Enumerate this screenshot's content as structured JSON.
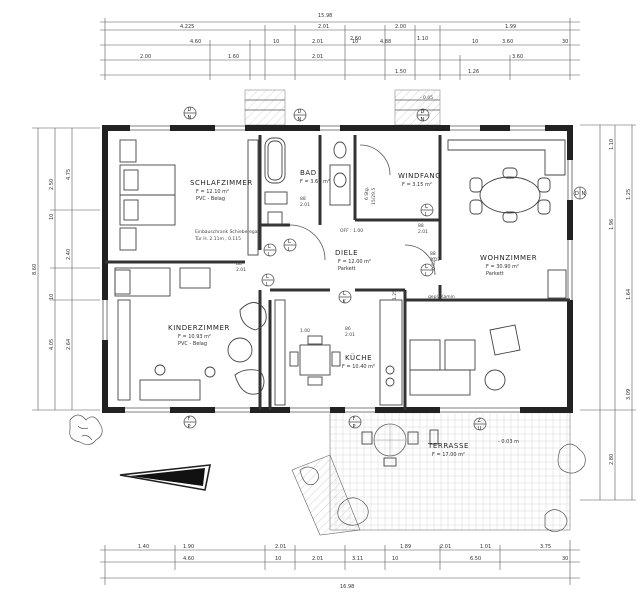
{
  "dimensions": {
    "top_total": "15.98",
    "top_row1": [
      "4.225",
      "2.01",
      "2.00",
      "2.60",
      "1.10",
      "1.99"
    ],
    "top_row2": [
      "4.60",
      "10",
      "2.01",
      "10",
      "4.88",
      "10",
      "3.60",
      "30"
    ],
    "top_row3": [
      "2.00",
      "1.60",
      "2.01",
      "1.50",
      "1.26",
      "3.60"
    ],
    "bottom_total": "16.98",
    "bottom_row1": [
      "1.40",
      "1.90",
      "2.01",
      "1.89",
      "2.01",
      "1.01",
      "3.75"
    ],
    "bottom_row2": [
      "4.60",
      "10",
      "2.01",
      "3.11",
      "10",
      "6.50",
      "30"
    ],
    "left_total": "8.60",
    "left": [
      "2.50",
      "4.75",
      "10",
      "2.40",
      "10",
      "4.05",
      "2.64"
    ],
    "right": [
      "1.10",
      "1.25",
      "1.96",
      "1.64",
      "2.80",
      "3.09"
    ]
  },
  "rooms": {
    "schlaf": {
      "name": "SCHLAFZIMMER",
      "area": "F = 12.10 m²",
      "floor": "PVC - Belag",
      "note1": "Einbauschrank Schieberegal",
      "note2": "Tür H. 2.11m , 0.115"
    },
    "bad": {
      "name": "BAD",
      "area": "F = 3.60 m²"
    },
    "windfang": {
      "name": "WINDFANG",
      "area": "F = 3.15 m²"
    },
    "wohn": {
      "name": "WOHNZIMMER",
      "area": "F = 30.90 m²",
      "floor": "Parkett"
    },
    "diele": {
      "name": "DIELE",
      "area": "F = 12.00 m²",
      "floor": "Parkett"
    },
    "kinder": {
      "name": "KINDERZIMMER",
      "area": "F = 10.93 m²",
      "floor": "PVC - Belag"
    },
    "kueche": {
      "name": "KÜCHE",
      "area": "F = 10.40 m²"
    },
    "terrasse": {
      "name": "TERRASSE",
      "area": "F = 17.00 m²"
    }
  },
  "labels": {
    "off": "OFF : 1.00",
    "kamin": "gepl. Kamin",
    "level": "- 0.03 m",
    "entrance_level": "- 0.05",
    "bad_stairs": "6 Stg.",
    "bad_stairs2": "15/29.5",
    "bad_dim": "88",
    "bad_dim2": "2.01",
    "kinder_dim": "1.00",
    "kueche_dim": "86",
    "kueche_dim2": "2.01",
    "wind_dim": "88",
    "wind_dim2": "2.01",
    "schlaf_dim": "88",
    "schlaf_dim2": "2.01",
    "wohn_dim": "88",
    "wohn_dim2": "2.01",
    "step_dim": "1.25",
    "step_dim2": "0.625"
  },
  "markers": {
    "d": "D",
    "n": "N",
    "l": "L",
    "k": "K",
    "p": "P",
    "f": "F",
    "z": "Z",
    "u": "U"
  }
}
